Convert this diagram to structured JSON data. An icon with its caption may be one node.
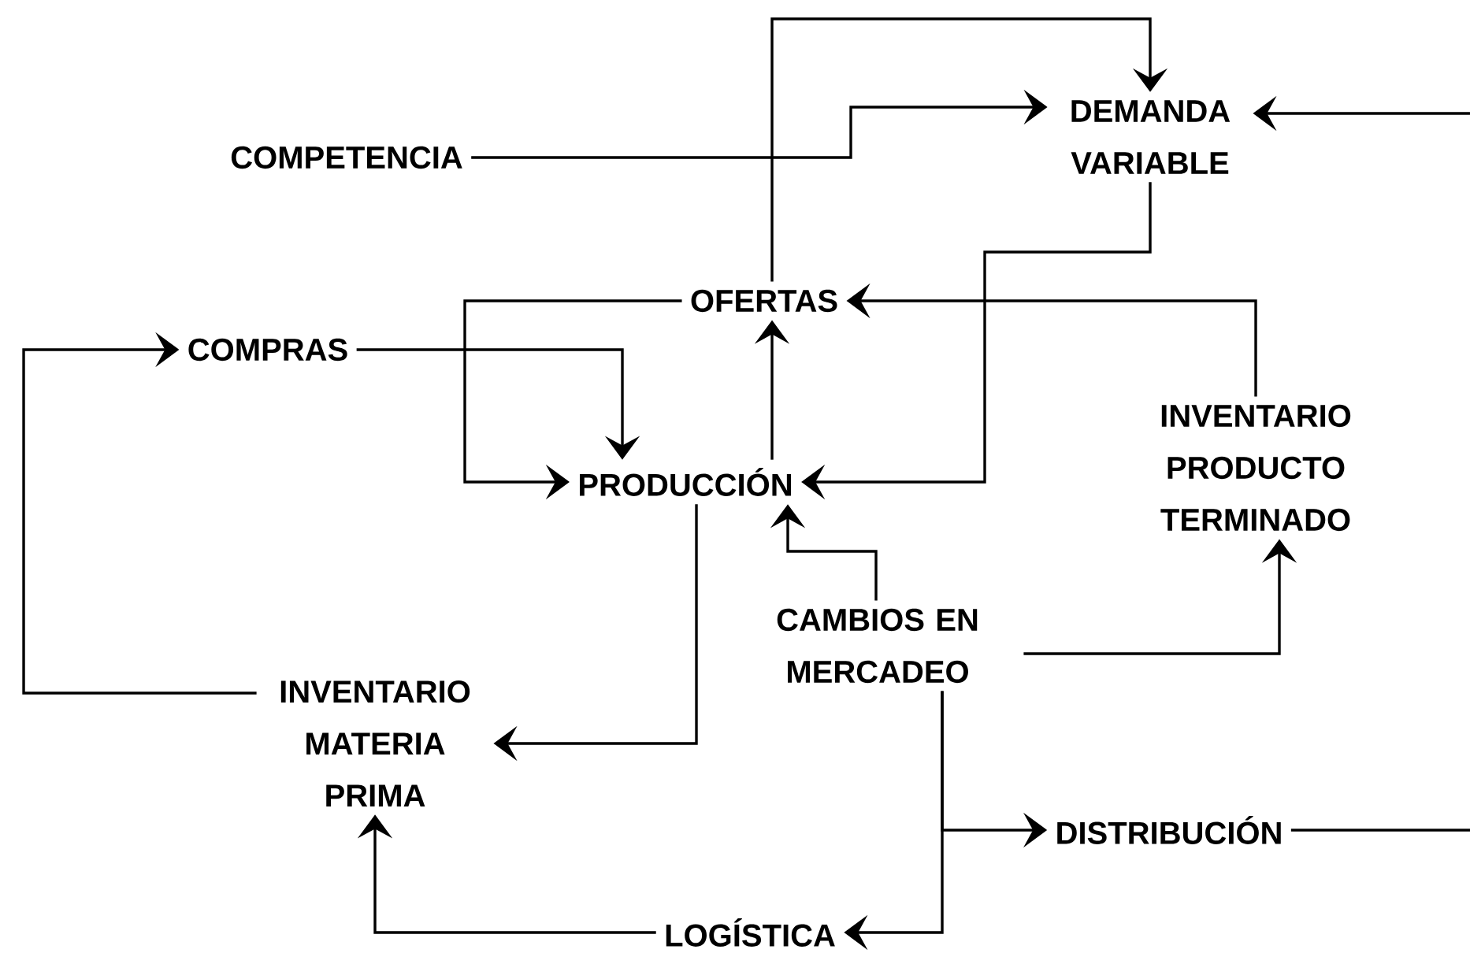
{
  "diagram": {
    "nodes": [
      {
        "text": [
          "DEMANDA VARIABLE"
        ]
      },
      {
        "text": [
          "COMPETENCIA"
        ]
      },
      {
        "text": [
          "OFERTAS"
        ]
      },
      {
        "text": [
          "COMPRAS"
        ]
      },
      {
        "text": [
          "PRODUCCIÓN"
        ]
      },
      {
        "text": [
          "INVENTARIO PRODUCTO TERMINADO"
        ]
      },
      {
        "text": [
          "CAMBIOS EN MERCADEO"
        ]
      },
      {
        "text": [
          "INVENTARIO MATERIA PRIMA"
        ]
      },
      {
        "text": [
          "DISTRIBUCIÓN"
        ]
      },
      {
        "text": [
          "LOGÍSTICA"
        ]
      }
    ],
    "edges": [
      {
        "from": 2,
        "to": 0,
        "arrow": "to"
      },
      {
        "from": 1,
        "to": 0,
        "arrow": "to"
      },
      {
        "from": null,
        "to": 0,
        "arrow": "to"
      },
      {
        "from": 8,
        "to": null,
        "arrow": "none"
      },
      {
        "from": 0,
        "to": 4,
        "arrow": "to"
      },
      {
        "from": 5,
        "to": 2,
        "arrow": "to"
      },
      {
        "from": 2,
        "to": 4,
        "arrow": "to"
      },
      {
        "from": 3,
        "to": 4,
        "arrow": "to"
      },
      {
        "from": 4,
        "to": 2,
        "arrow": "to"
      },
      {
        "from": 6,
        "to": 4,
        "arrow": "to"
      },
      {
        "from": 4,
        "to": 7,
        "arrow": "to"
      },
      {
        "from": 7,
        "to": 3,
        "arrow": "to"
      },
      {
        "from": 6,
        "to": 5,
        "arrow": "to"
      },
      {
        "from": 6,
        "to": 8,
        "arrow": "to"
      },
      {
        "from": 6,
        "to": 9,
        "arrow": "to"
      },
      {
        "from": 9,
        "to": 7,
        "arrow": "to"
      }
    ]
  }
}
